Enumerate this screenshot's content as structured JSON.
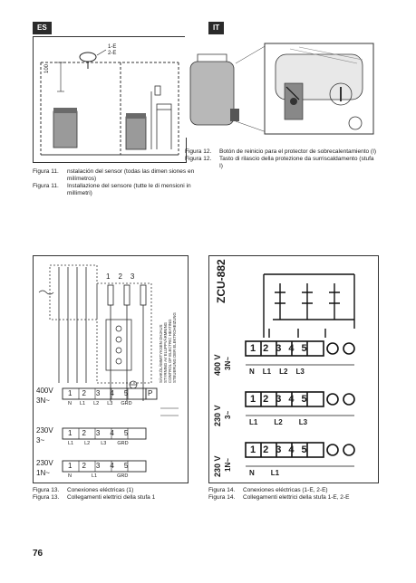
{
  "tags": {
    "left": "ES",
    "right": "IT"
  },
  "fig11": {
    "label_sensor": "1-E\n2-E",
    "label_sensor_l1": "1-E",
    "label_sensor_l2": "2-E",
    "dim_value": "100",
    "captions": [
      {
        "label": "Figura 11.",
        "text": "nstalación del sensor (todas las dimen siones en milímetros)"
      },
      {
        "label": "Figura 11.",
        "text": "Installazione del sensore (tutte le di mensioni in millimetri)"
      }
    ]
  },
  "fig12": {
    "captions": [
      {
        "label": "Figura 12.",
        "text": "Botón de reinicio para el protector de sobrecalentamiento (I)"
      },
      {
        "label": "Figura 12.",
        "text": "Tasto di rilascio della protezione da surriscaldamento (stufa I)"
      }
    ]
  },
  "fig13": {
    "terminals": [
      "1",
      "2",
      "3"
    ],
    "blocks": [
      {
        "voltage": "400V",
        "phase": "3N~",
        "numbers": [
          "1",
          "2",
          "3",
          "4",
          "5"
        ],
        "letters": [
          "N",
          "L1",
          "L2",
          "L3",
          "GRD"
        ]
      },
      {
        "voltage": "230V",
        "phase": "3~",
        "numbers": [
          "1",
          "2",
          "3",
          "4",
          "5"
        ],
        "letters": [
          "L1",
          "L2",
          "L3",
          "GRD"
        ]
      },
      {
        "voltage": "230V",
        "phase": "1N~",
        "numbers": [
          "1",
          "2",
          "3",
          "4",
          "5"
        ],
        "letters": [
          "N",
          "L1",
          "GRD"
        ]
      }
    ],
    "warning_lines": [
      "SÄHKÖLÄMMITYKSEN OHJAUS",
      "STYRNING AV ELUPPVÄRMNING",
      "CONTROL OF ELECTRIC HEATING",
      "STEUERUNG DER ELEKTROHEIZUNG"
    ],
    "p_box": "P",
    "captions": [
      {
        "label": "Figura 13.",
        "text": "Conexiones eléctricas (1)"
      },
      {
        "label": "Figura 13.",
        "text": "Collegamenti elettrici della stufa 1"
      }
    ]
  },
  "fig14": {
    "model": "ZCU-882",
    "blocks": [
      {
        "voltage": "400 V",
        "phase": "3N~",
        "numbers": [
          "1",
          "2",
          "3",
          "4",
          "5"
        ],
        "letters": [
          "N",
          "L1",
          "L2",
          "L3"
        ]
      },
      {
        "voltage": "230 V",
        "phase": "3~",
        "numbers": [
          "1",
          "2",
          "3",
          "4",
          "5"
        ],
        "letters": [
          "L1",
          "L2",
          "L3"
        ]
      },
      {
        "voltage": "230 V",
        "phase": "1N~",
        "numbers": [
          "1",
          "2",
          "3",
          "4",
          "5"
        ],
        "letters": [
          "N",
          "L1"
        ]
      }
    ],
    "captions": [
      {
        "label": "Figura 14.",
        "text": "Conexiones eléctricas (1-E, 2-E)"
      },
      {
        "label": "Figura 14.",
        "text": "Collegamenti elettrici della stufa 1-E, 2-E"
      }
    ]
  },
  "page_number": "76"
}
